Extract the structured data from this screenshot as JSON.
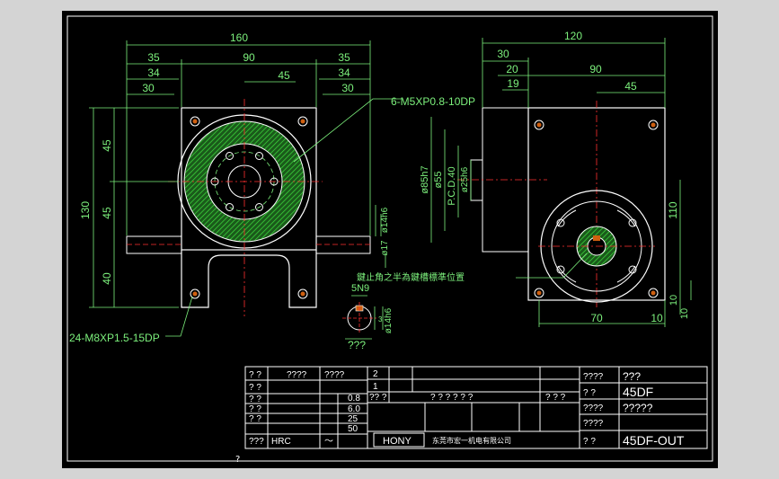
{
  "caption": "?",
  "front_view": {
    "dims_top": [
      "160",
      "35",
      "90",
      "35",
      "34",
      "34",
      "30",
      "45",
      "30"
    ],
    "dims_left": [
      "45",
      "130",
      "45",
      "40"
    ],
    "callout_hole": "6-M5XP0.8-10DP",
    "callout_mount": "24-M8XP1.5-15DP",
    "shaft_dia1": "ø14h6",
    "shaft_dia2": "ø17"
  },
  "side_view": {
    "dims_top": [
      "120",
      "30",
      "20",
      "90",
      "19",
      "45"
    ],
    "dims_left": [
      "ø85h7",
      "ø55",
      "P.C.D.40",
      "ø25h6"
    ],
    "dims_right": [
      "110",
      "10",
      "10"
    ],
    "dims_bottom": [
      "70",
      "10"
    ],
    "note": "鍵止角之半為鍵槽標準位置"
  },
  "detail": {
    "key_label": "5N9",
    "dia": "ø14h6",
    "dim_small": "3",
    "title": "???"
  },
  "title_block": {
    "left_rows": [
      [
        "? ?",
        "????",
        "????"
      ],
      [
        "? ?",
        "",
        "0.8"
      ],
      [
        "? ?",
        "",
        "6.0"
      ],
      [
        "? ?",
        "",
        "25"
      ],
      [
        "? ?",
        "",
        "50"
      ],
      [
        "???",
        "HRC",
        "～"
      ]
    ],
    "rev_rows": [
      [
        "2",
        "",
        ""
      ],
      [
        "1",
        "",
        ""
      ],
      [
        "?? ?",
        "? ? ? ? ? ?",
        "? ? ?"
      ]
    ],
    "brand": "HONY",
    "company": "东莞市宏一机电有限公司",
    "right": {
      "r1a": "????",
      "r1b": "???",
      "r2a": "? ?",
      "r2b": "45DF",
      "r3a": "????",
      "r3b": "?????",
      "r4a": "????",
      "r4b": "",
      "r5a": "? ?",
      "r5b": "45DF-OUT"
    }
  },
  "colors": {
    "background": "#000000",
    "outline": "#ffffff",
    "dimension": "#7cf07c",
    "hatch": "#2fbf2f",
    "centerline": "#ff3030",
    "hole": "#d06010"
  }
}
